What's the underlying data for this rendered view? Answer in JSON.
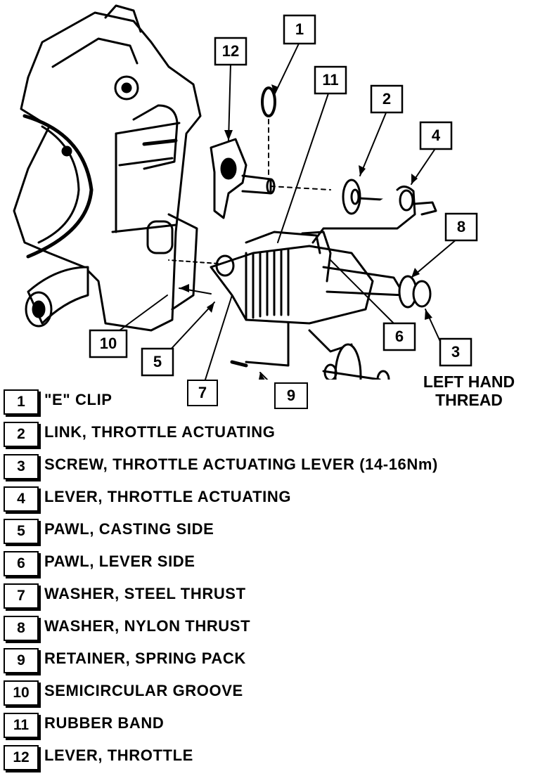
{
  "callouts": [
    "1",
    "2",
    "3",
    "4",
    "5",
    "6",
    "7",
    "8",
    "9",
    "10",
    "11",
    "12"
  ],
  "side_note": [
    "LEFT HAND",
    "THREAD"
  ],
  "legend": [
    {
      "num": "1",
      "text": "\"E\" CLIP"
    },
    {
      "num": "2",
      "text": "LINK, THROTTLE ACTUATING"
    },
    {
      "num": "3",
      "text": "SCREW, THROTTLE ACTUATING LEVER (14-16Nm)"
    },
    {
      "num": "4",
      "text": "LEVER, THROTTLE ACTUATING"
    },
    {
      "num": "5",
      "text": "PAWL, CASTING SIDE"
    },
    {
      "num": "6",
      "text": "PAWL, LEVER SIDE"
    },
    {
      "num": "7",
      "text": "WASHER, STEEL THRUST"
    },
    {
      "num": "8",
      "text": "WASHER, NYLON THRUST"
    },
    {
      "num": "9",
      "text": "RETAINER, SPRING PACK"
    },
    {
      "num": "10",
      "text": "SEMICIRCULAR GROOVE"
    },
    {
      "num": "11",
      "text": "RUBBER BAND"
    },
    {
      "num": "12",
      "text": "LEVER, THROTTLE"
    }
  ]
}
